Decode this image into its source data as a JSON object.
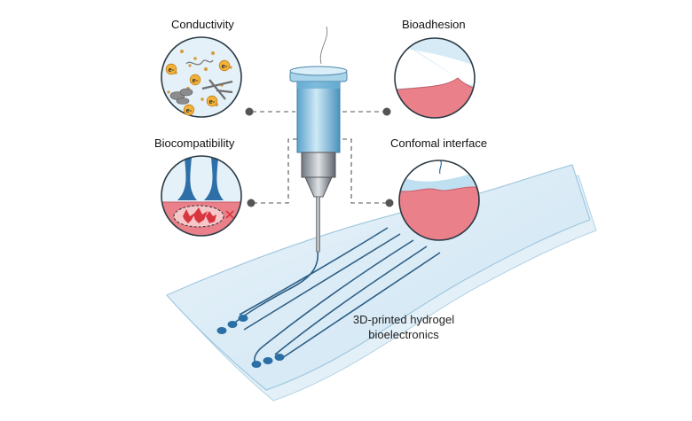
{
  "labels": {
    "conductivity": "Conductivity",
    "bioadhesion": "Bioadhesion",
    "biocompatibility": "Biocompatibility",
    "conformal_interface": "Confomal interface",
    "caption_line1": "3D-printed hydrogel",
    "caption_line2": "bioelectronics",
    "electron_symbol": "e-"
  },
  "colors": {
    "sheet_fill": "#dcedf7",
    "sheet_edge": "#9cc6df",
    "trace": "#2d5f86",
    "electrode_pad": "#2a6fa6",
    "tissue": "#e9808a",
    "tissue_light": "#f6c6c8",
    "syringe_blue": "#8ec7e3",
    "connector": "#555555",
    "electron_fill": "#f2b23a"
  },
  "icons": [
    "syringe-icon",
    "electron-icon",
    "cell-cluster-icon",
    "cross-icon"
  ]
}
